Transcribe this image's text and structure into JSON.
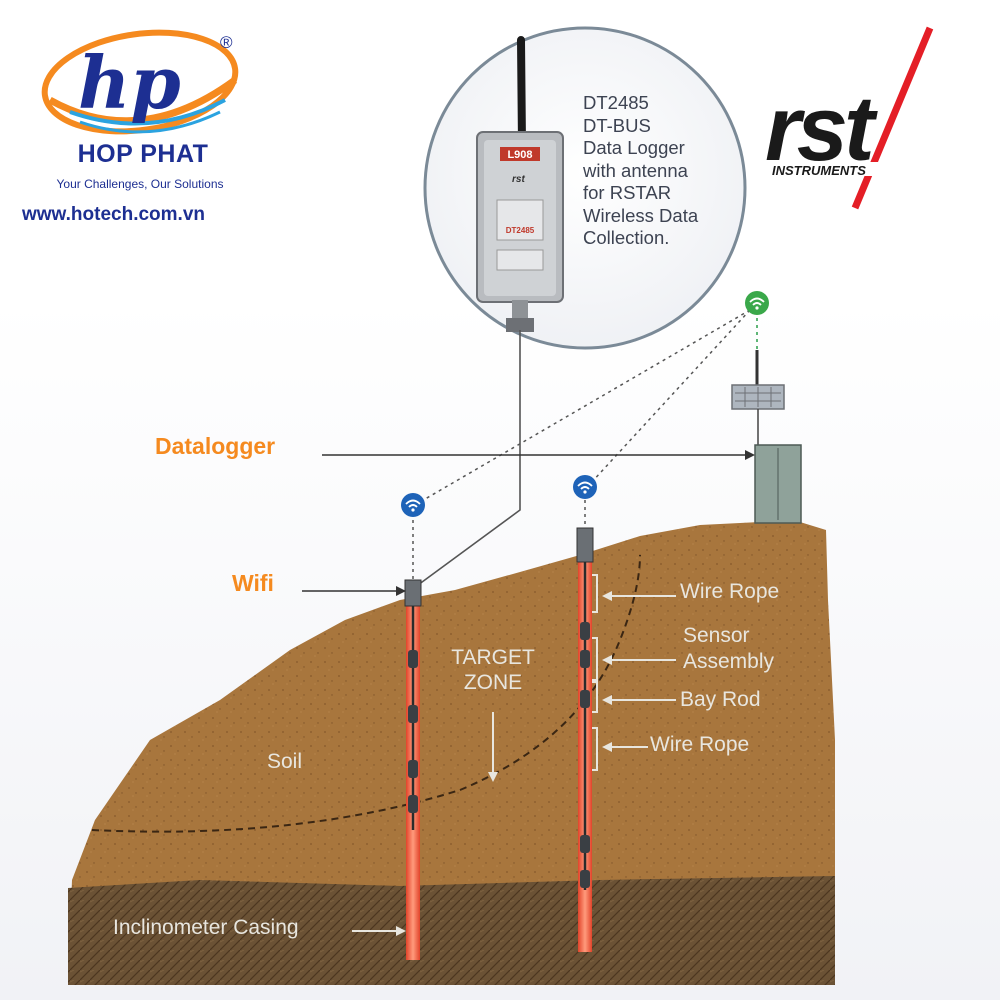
{
  "brand_left": {
    "logo_letters": "hp",
    "registered_mark": "®",
    "name": "HOP PHAT",
    "slogan": "Your Challenges, Our Solutions",
    "website": "www.hotech.com.vn"
  },
  "brand_right": {
    "logo_letters": "rst",
    "subtitle": "INSTRUMENTS"
  },
  "callout": {
    "device_label_top": "L908",
    "device_label_mid": "DT2485",
    "lines": [
      "DT2485",
      "DT-BUS",
      "Data Logger",
      "with antenna",
      "for RSTAR",
      "Wireless Data",
      "Collection."
    ]
  },
  "labels": {
    "datalogger": "Datalogger",
    "wifi": "Wifi",
    "soil": "Soil",
    "target_zone_line1": "TARGET",
    "target_zone_line2": "ZONE",
    "wire_rope_top": "Wire Rope",
    "sensor_assembly_line1": "Sensor",
    "sensor_assembly_line2": "Assembly",
    "bay_rod": "Bay Rod",
    "wire_rope_bottom": "Wire Rope",
    "inclinometer_casing": "Inclinometer Casing"
  },
  "colors": {
    "brand_blue": "#1d2f92",
    "brand_orange": "#f58a1f",
    "rst_red": "#e41e26",
    "soil": "#a8763d",
    "casing": "#f25a3c"
  }
}
